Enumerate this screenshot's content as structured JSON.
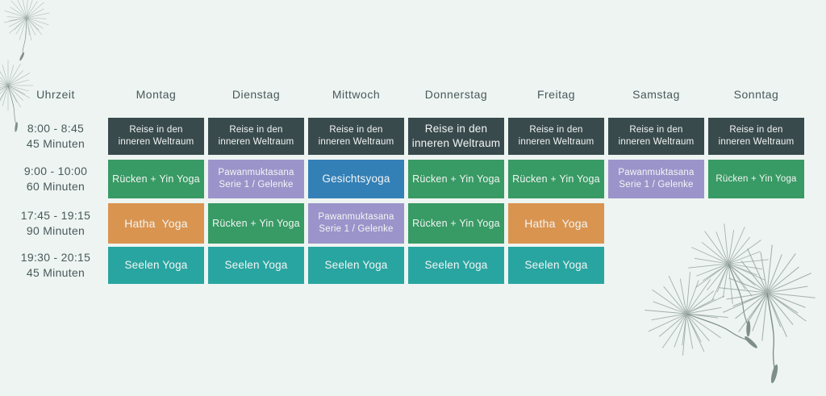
{
  "colors": {
    "background": "#eef4f1",
    "heading_text": "#47595b",
    "cell_text": "#f2f5f4",
    "dark": "#394a4d",
    "green": "#389a64",
    "purple": "#9b94ca",
    "blue": "#3380b7",
    "orange": "#d99450",
    "teal": "#29a5a1",
    "illustration": "#8b9a97"
  },
  "schedule": {
    "time_header": "Uhrzeit",
    "days": [
      "Montag",
      "Dienstag",
      "Mittwoch",
      "Donnerstag",
      "Freitag",
      "Samstag",
      "Sonntag"
    ],
    "rows": [
      {
        "time": "8:00 - 8:45\n45 Minuten",
        "cells": [
          {
            "t": "Reise in den\ninneren Weltraum",
            "c": "dark",
            "s": "sm"
          },
          {
            "t": "Reise in den\ninneren Weltraum",
            "c": "dark",
            "s": "sm"
          },
          {
            "t": "Reise in den\ninneren Weltraum",
            "c": "dark",
            "s": "sm"
          },
          {
            "t": "Reise in den\ninneren Weltraum",
            "c": "dark",
            "s": "lg"
          },
          {
            "t": "Reise in den\ninneren Weltraum",
            "c": "dark",
            "s": "sm"
          },
          {
            "t": "Reise in den\ninneren Weltraum",
            "c": "dark",
            "s": "sm"
          },
          {
            "t": "Reise in den\ninneren Weltraum",
            "c": "dark",
            "s": "sm"
          }
        ]
      },
      {
        "time": "9:00 - 10:00\n60 Minuten",
        "cells": [
          {
            "t": "Rücken + Yin Yoga",
            "c": "green",
            "s": "md"
          },
          {
            "t": "Pawanmuktasana\nSerie 1 / Gelenke",
            "c": "purple",
            "s": "sm"
          },
          {
            "t": "Gesichtsyoga",
            "c": "blue",
            "s": "lg"
          },
          {
            "t": "Rücken + Yin Yoga",
            "c": "green",
            "s": "md"
          },
          {
            "t": "Rücken + Yin Yoga",
            "c": "green",
            "s": "md"
          },
          {
            "t": "Pawanmuktasana\nSerie 1 / Gelenke",
            "c": "purple",
            "s": "sm"
          },
          {
            "t": "Rücken + Yin Yoga",
            "c": "green",
            "s": "sm"
          }
        ]
      },
      {
        "time": "17:45 - 19:15\n90 Minuten",
        "cells": [
          {
            "t": "Hatha  Yoga",
            "c": "orange",
            "s": "xl"
          },
          {
            "t": "Rücken + Yin Yoga",
            "c": "green",
            "s": "md"
          },
          {
            "t": "Pawanmuktasana\nSerie 1 / Gelenke",
            "c": "purple",
            "s": "sm"
          },
          {
            "t": "Rücken + Yin Yoga",
            "c": "green",
            "s": "md"
          },
          {
            "t": "Hatha  Yoga",
            "c": "orange",
            "s": "xl"
          },
          null,
          null
        ]
      },
      {
        "time": "19:30 - 20:15\n45 Minuten",
        "cells": [
          {
            "t": "Seelen Yoga",
            "c": "teal",
            "s": "lg"
          },
          {
            "t": "Seelen Yoga",
            "c": "teal",
            "s": "lg"
          },
          {
            "t": "Seelen Yoga",
            "c": "teal",
            "s": "lg"
          },
          {
            "t": "Seelen Yoga",
            "c": "teal",
            "s": "lg"
          },
          {
            "t": "Seelen Yoga",
            "c": "teal",
            "s": "lg"
          },
          null,
          null
        ]
      }
    ]
  },
  "illustrations": {
    "top_left": "dandelion-seeds",
    "bottom_right": "dandelion-seeds"
  }
}
